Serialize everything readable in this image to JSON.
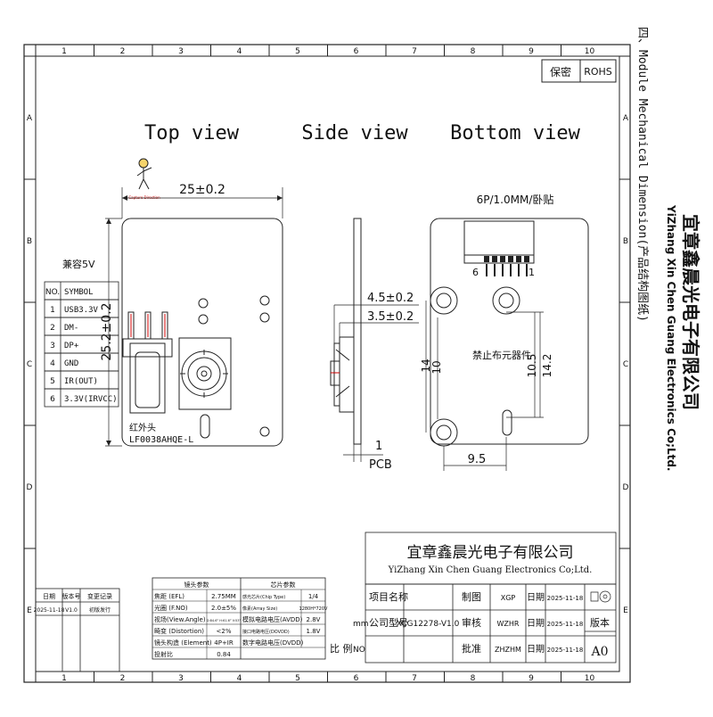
{
  "frame": {
    "col_labels": [
      "1",
      "2",
      "3",
      "4",
      "5",
      "6",
      "7",
      "8",
      "9",
      "10"
    ],
    "row_labels": [
      "A",
      "B",
      "C",
      "D",
      "E"
    ]
  },
  "side_title": {
    "section": "四、Module Mechanical Dimension(产品结构图纸)",
    "company_cn": "宜章鑫晨光电子有限公司",
    "company_en": "YiZhang Xin Chen Guang Electronics Co;Ltd."
  },
  "top_box": {
    "secret": "保密",
    "rohs": "ROHS"
  },
  "views": {
    "top": "Top view",
    "side": "Side view",
    "bottom": "Bottom view"
  },
  "top_view": {
    "width_dim": "25±0.2",
    "height_dim": "25.2±0.2",
    "compat_label": "兼容5V",
    "ir_label_cn": "红外头",
    "ir_part": "LF0038AHQE-L",
    "mascot_caption": "Capture Direction",
    "pin_table": {
      "headers": [
        "NO.",
        "SYMBOL"
      ],
      "rows": [
        [
          "1",
          "USB3.3V"
        ],
        [
          "2",
          "DM-"
        ],
        [
          "3",
          "DP+"
        ],
        [
          "4",
          "GND"
        ],
        [
          "5",
          "IR(OUT)"
        ],
        [
          "6",
          "3.3V(IRVCC)"
        ]
      ]
    }
  },
  "side_view": {
    "dim_a": "4.5±0.2",
    "dim_b": "3.5±0.2",
    "dim_pcb": "1",
    "pcb_label": "PCB"
  },
  "bottom_view": {
    "connector": "6P/1.0MM/卧贴",
    "pin6": "6",
    "pin1": "1",
    "no_parts": "禁止布元器件",
    "dim_14": "14",
    "dim_10": "10",
    "dim_10_5": "10.5",
    "dim_14_2": "14.2",
    "dim_9_5": "9.5"
  },
  "title_block": {
    "company_cn": "宜章鑫晨光电子有限公司",
    "company_en": "YiZhang Xin Chen Guang Electronics Co;Ltd.",
    "project_name": "项目名称",
    "company_model": "公司型号",
    "model_value": "XCG12278-V1.0",
    "scale_label": "比 例",
    "scale_value": "NO",
    "unit": "mm",
    "roles": [
      {
        "label": "制图",
        "name": "XGP",
        "date_label": "日期",
        "date": "2025-11-18"
      },
      {
        "label": "审核",
        "name": "WZHR",
        "date_label": "日期",
        "date": "2025-11-18"
      },
      {
        "label": "批准",
        "name": "ZHZHM",
        "date_label": "日期",
        "date": "2025-11-18"
      }
    ],
    "version_label": "版本",
    "version_value": "A0"
  },
  "revision_table": {
    "headers": [
      "日期",
      "版本号",
      "变更记录"
    ],
    "row": [
      "2025-11-18",
      "V1.0",
      "初版发行"
    ]
  },
  "lens_params": {
    "header": "镜头参数",
    "rows": [
      [
        "焦距 (EFL)",
        "2.75MM"
      ],
      [
        "光圈 (F.NO)",
        "2.0±5%"
      ],
      [
        "视场(View.Angle)",
        "D:84.6° H:61.6° V:53°"
      ],
      [
        "畸变 (Distortion)",
        "<2%"
      ],
      [
        "镜头构造 (Element)",
        "4P+IR"
      ],
      [
        "投射比",
        "0.84"
      ]
    ]
  },
  "chip_params": {
    "header": "芯片参数",
    "rows": [
      [
        "感光芯片(Chip Type)",
        "1/4"
      ],
      [
        "像素(Array Size)",
        "1280H*720V"
      ],
      [
        "模拟电路电压(AVDD)",
        "2.8V"
      ],
      [
        "接口电路电压(DOVDD)",
        "1.8V"
      ],
      [
        "数字电路电压(DVDD)",
        ""
      ]
    ]
  }
}
